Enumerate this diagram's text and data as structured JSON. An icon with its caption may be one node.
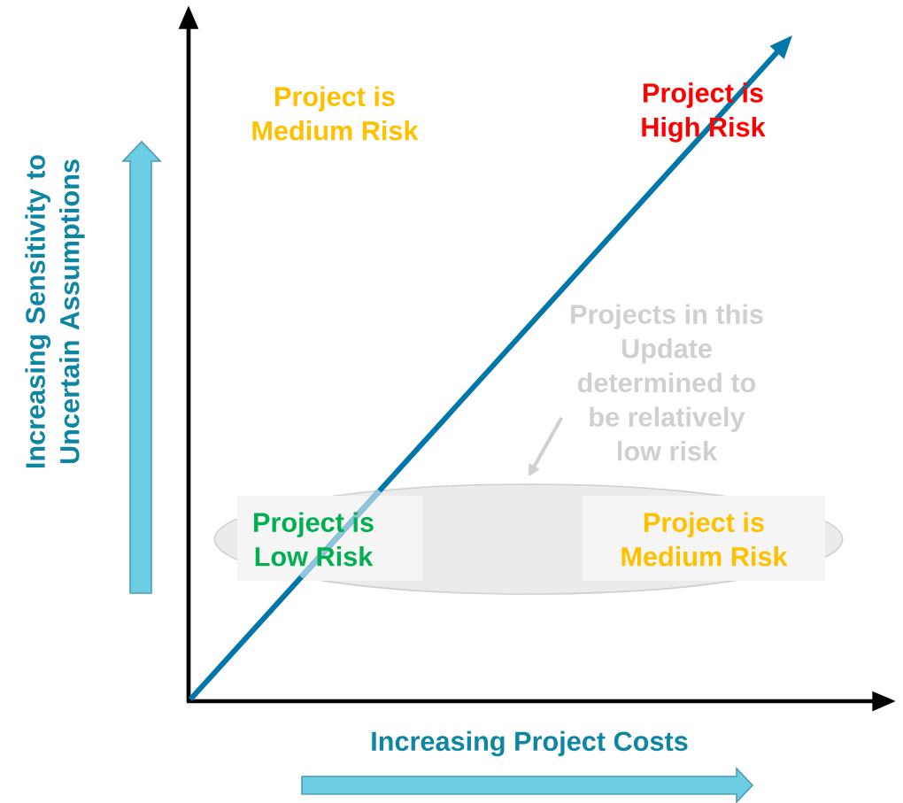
{
  "diagram": {
    "nodes": [
      {
        "text": [
          "Project is Medium Risk"
        ]
      },
      {
        "text": [
          "Project is High Risk"
        ]
      },
      {
        "text": [
          "Projects in this Update determined to be relatively low risk"
        ]
      },
      {
        "text": [],
        "shape": "ellipse"
      },
      {
        "text": [
          "Project is Low Risk"
        ],
        "in": 3
      },
      {
        "text": [
          "Project is Medium Risk"
        ],
        "in": 3
      }
    ],
    "edges": [
      {
        "from": 2,
        "to": 3,
        "arrow": "to",
        "color": "#d0d0d0"
      }
    ],
    "labels": [
      "Increasing Sensitivity to Uncertain Assumptions",
      "Increasing Project Costs"
    ]
  }
}
